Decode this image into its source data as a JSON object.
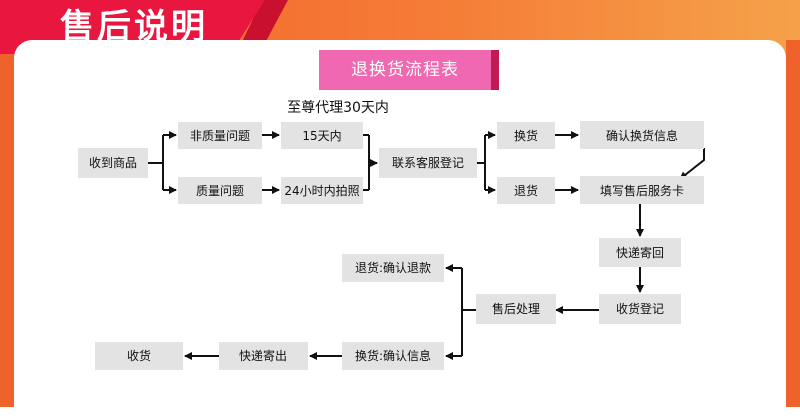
{
  "header": {
    "title": "售后说明"
  },
  "flowchart": {
    "title": "退换货流程表",
    "note": "至尊代理30天内",
    "nodes": {
      "receive": "收到商品",
      "non_quality": "非质量问题",
      "quality": "质量问题",
      "days15": "15天内",
      "hours24": "24小时内拍照",
      "contact_cs": "联系客服登记",
      "exchange": "换货",
      "return": "退货",
      "confirm_exchange": "确认换货信息",
      "fill_card": "填写售后服务卡",
      "express_back": "快递寄回",
      "receive_register": "收货登记",
      "after_sales": "售后处理",
      "return_confirm": "退货:确认退款",
      "exchange_confirm": "换货:确认信息",
      "express_out": "快递寄出",
      "received": "收货"
    }
  },
  "colors": {
    "accent_red": "#e9163f",
    "accent_orange": "#f0622c",
    "pill_pink": "#ef68b1",
    "node_gray": "#e3e3e3"
  }
}
